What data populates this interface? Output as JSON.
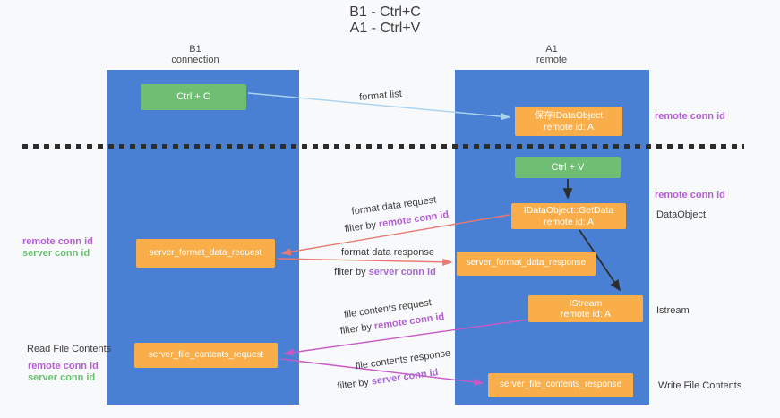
{
  "title": {
    "line1": "B1 - Ctrl+C",
    "line2": "A1 - Ctrl+V"
  },
  "columns": {
    "left": {
      "header_line1": "B1",
      "header_line2": "connection"
    },
    "right": {
      "header_line1": "A1",
      "header_line2": "remote"
    }
  },
  "boxes": {
    "ctrl_c": "Ctrl + C",
    "ctrl_v": "Ctrl + V",
    "save_idataobject": {
      "line1": "保存IDataObject",
      "line2": "remote id: A"
    },
    "getdata": {
      "line1": "IDataObject::GetData",
      "line2": "remote id: A"
    },
    "istream": {
      "line1": "IStream",
      "line2": "remote id: A"
    },
    "server_format_data_request": "server_format_data_request",
    "server_format_data_response": "server_format_data_response",
    "server_file_contents_request": "server_file_contents_request",
    "server_file_contents_response": "server_file_contents_response"
  },
  "flow_labels": {
    "format_list": "format list",
    "format_data_request": "format data request",
    "format_data_response": "format data response",
    "file_contents_request": "file contents request",
    "file_contents_response": "file contents response",
    "filter_by": "filter by",
    "remote_conn_id": "remote conn id",
    "server_conn_id": "server conn id"
  },
  "side_labels": {
    "left_remote_conn_id_1": "remote conn id",
    "left_server_conn_id_1": "server conn id",
    "read_file_contents": "Read File Contents",
    "left_remote_conn_id_2": "remote conn id",
    "left_server_conn_id_2": "server conn id",
    "right_remote_conn_id_top": "remote conn id",
    "right_remote_conn_id_mid": "remote conn id",
    "dataobject": "DataObject",
    "istream": "Istream",
    "write_file_contents": "Write File Contents"
  },
  "colors": {
    "background": "#f8f9fb",
    "column_blue": "#4a80d3",
    "box_green": "#6fbe73",
    "box_orange": "#f9ae49",
    "arrow_lightblue": "#a9d3ef",
    "arrow_red": "#e87a72",
    "arrow_magenta": "#c659c6",
    "arrow_black": "#2d2d2d",
    "label_purple": "#b45fd0",
    "label_green": "#6cbf72",
    "text_dark": "#3c3c3c"
  }
}
